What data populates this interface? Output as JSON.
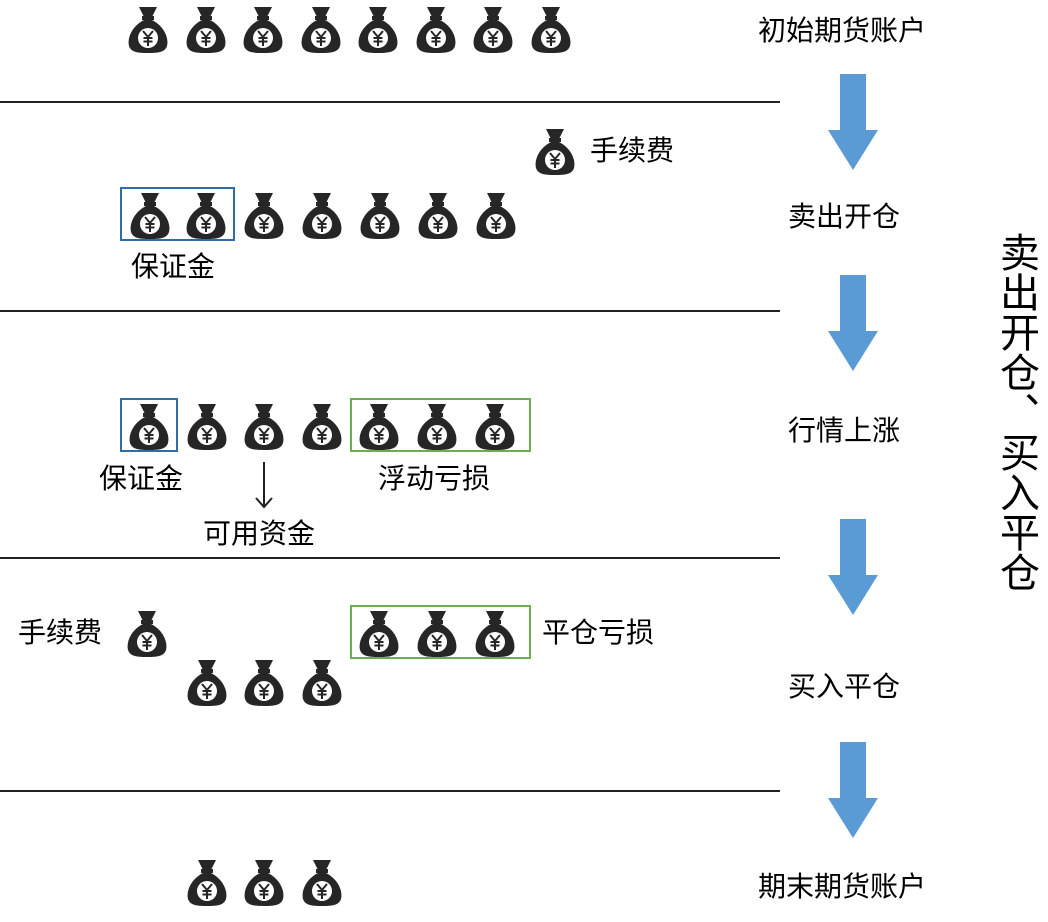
{
  "steps": {
    "initial": "初始期货账户",
    "sell_open": "卖出开仓",
    "market_rise": "行情上涨",
    "buy_close": "买入平仓",
    "final": "期末期货账户"
  },
  "labels": {
    "fee_row2": "手续费",
    "margin_row2": "保证金",
    "margin_row3": "保证金",
    "float_loss": "浮动亏损",
    "available_funds": "可用资金",
    "fee_row4": "手续费",
    "close_loss": "平仓亏损"
  },
  "side_title": "卖出开仓、买入平仓",
  "icons": {
    "bag": "money-bag-yuan-icon",
    "arrow": "down-arrow-icon"
  },
  "colors": {
    "bag": "#262626",
    "arrow": "#5b9bd5",
    "margin_box": "#2e6ea6",
    "loss_box": "#6cad4f"
  },
  "symbol": "¥"
}
